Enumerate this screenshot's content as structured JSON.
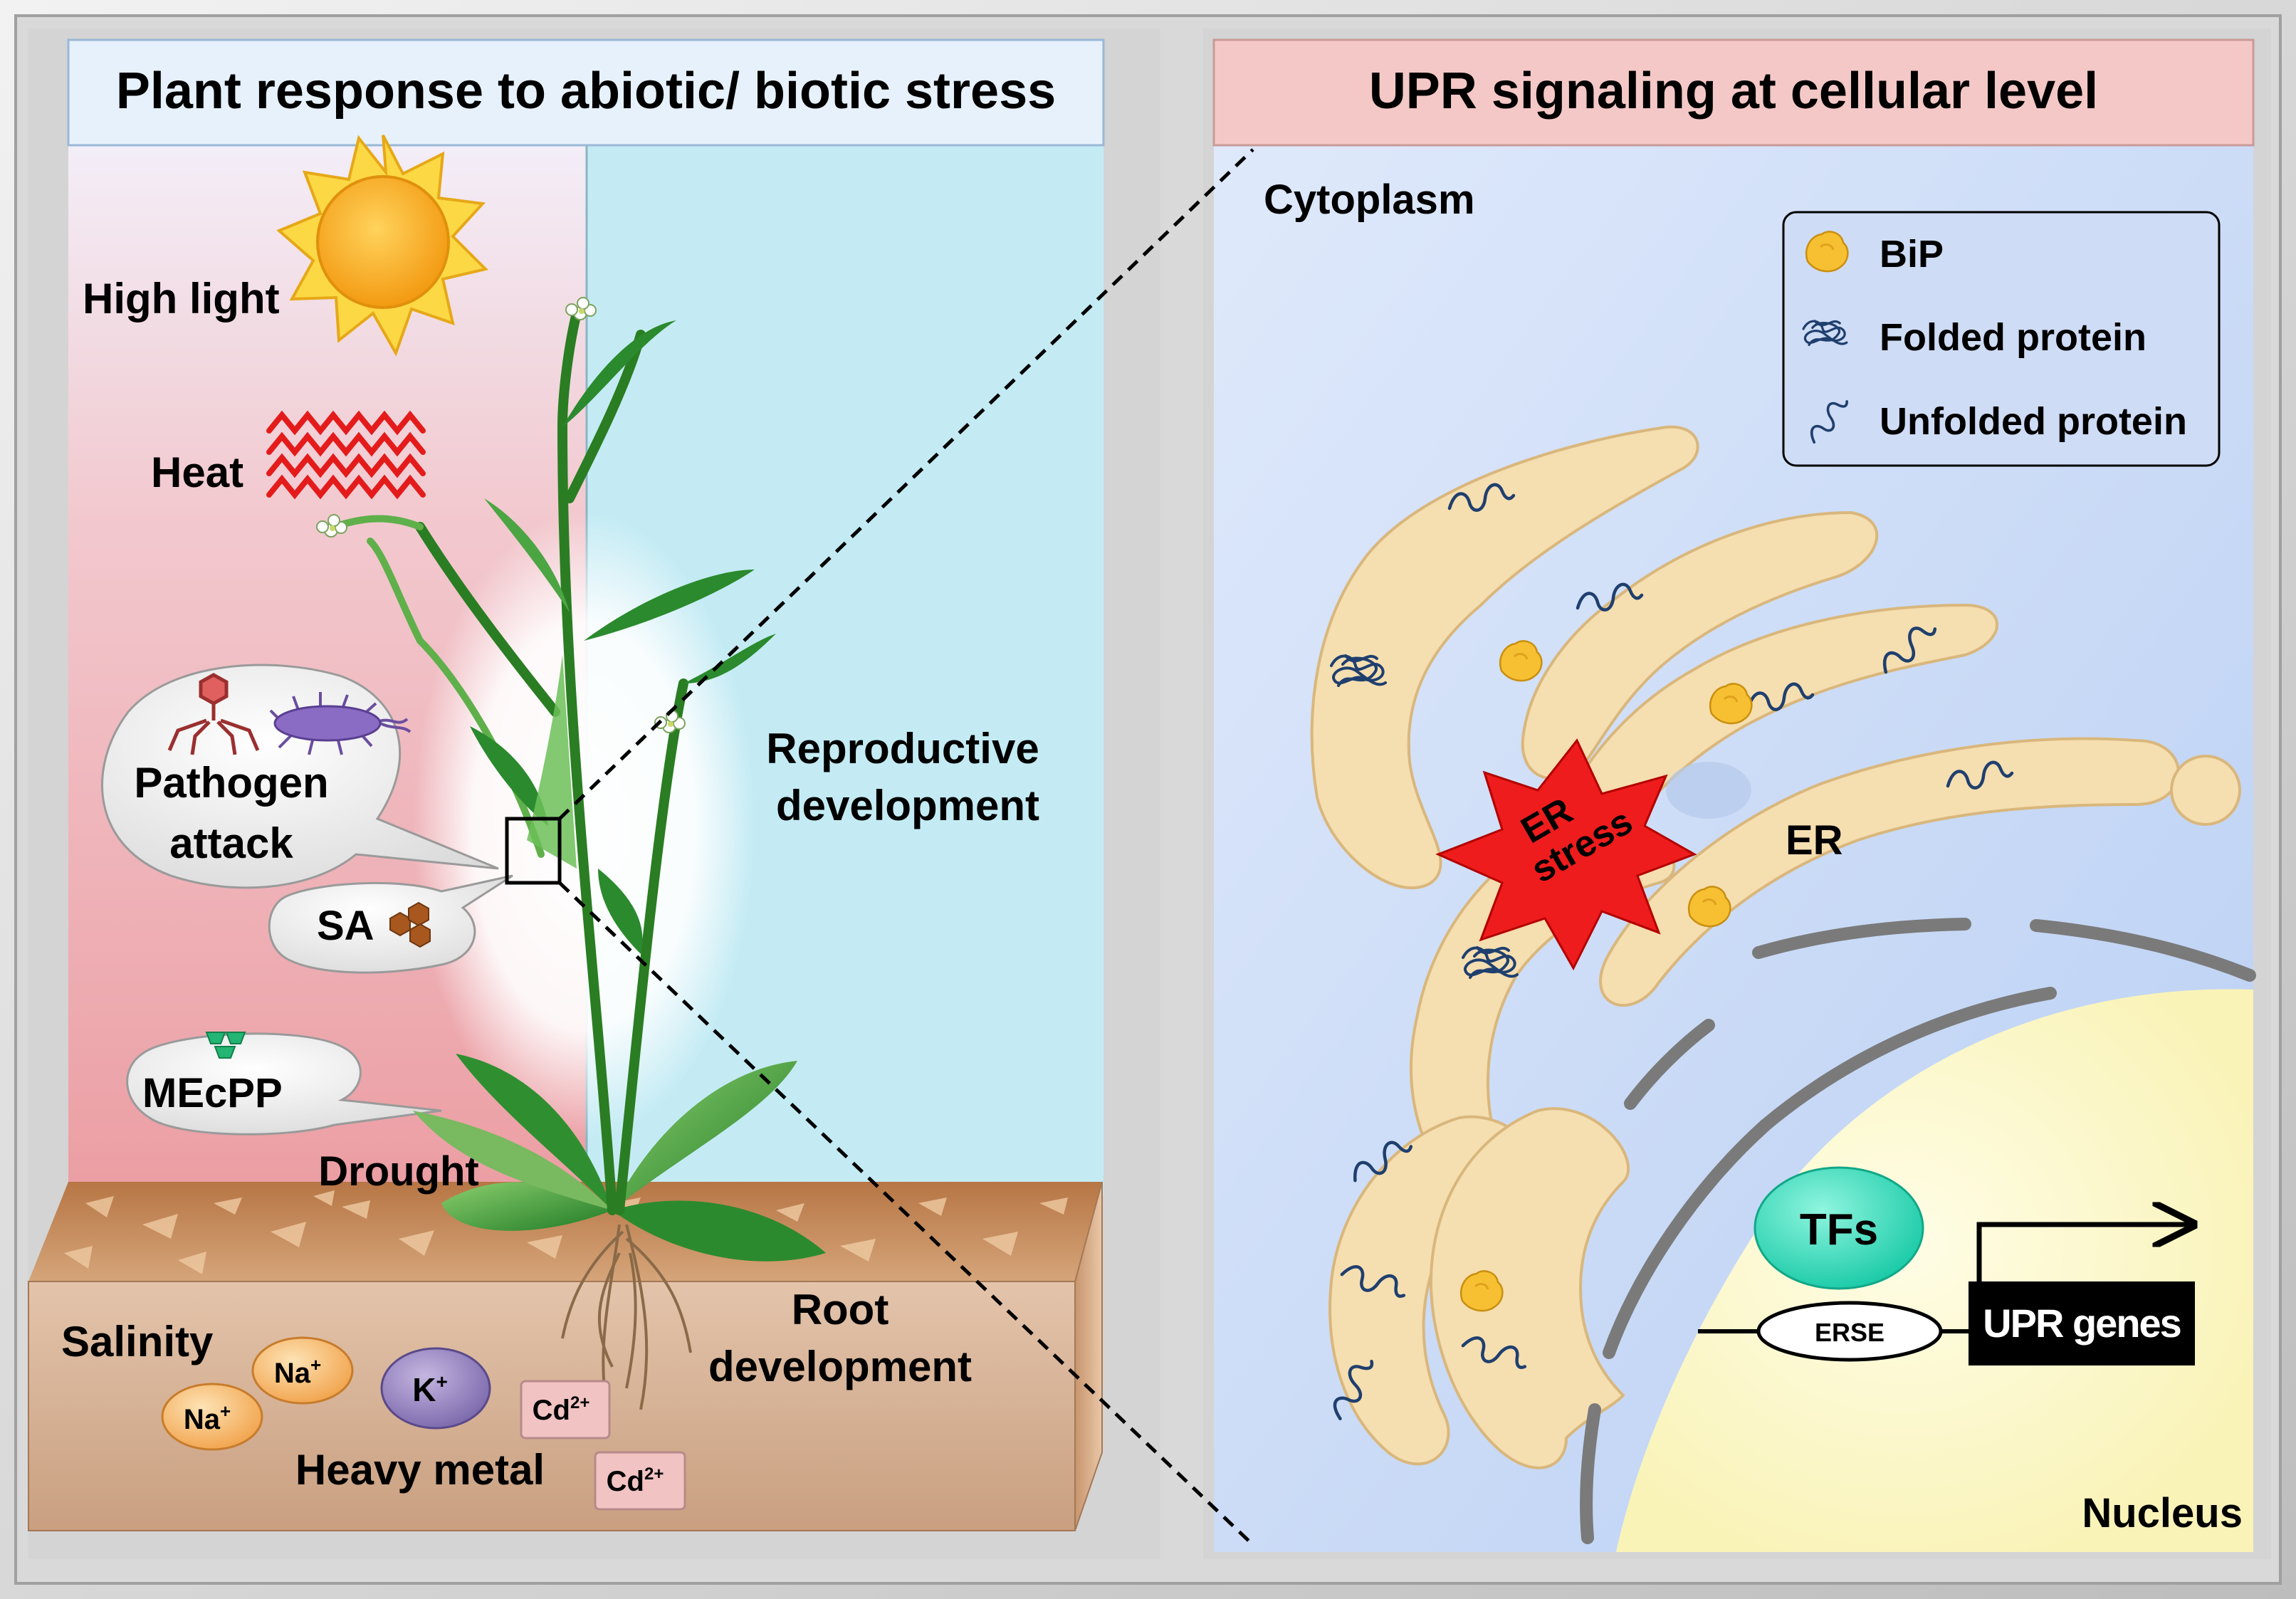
{
  "left_panel": {
    "title": "Plant response to abiotic/ biotic stress",
    "labels": {
      "high_light": "High light",
      "heat": "Heat",
      "pathogen_line1": "Pathogen",
      "pathogen_line2": "attack",
      "sa": "SA",
      "mecpp": "MEcPP",
      "drought": "Drought",
      "reproductive_line1": "Reproductive",
      "reproductive_line2": "development",
      "salinity": "Salinity",
      "root_line1": "Root",
      "root_line2": "development",
      "heavy_metal": "Heavy metal"
    },
    "ions": {
      "na": "Na",
      "na_charge": "+",
      "k": "K",
      "k_charge": "+",
      "cd": "Cd",
      "cd_charge": "2+"
    }
  },
  "right_panel": {
    "title": "UPR signaling at cellular level",
    "cytoplasm": "Cytoplasm",
    "legend": {
      "bip": "BiP",
      "folded": "Folded protein",
      "unfolded": "Unfolded protein"
    },
    "er_stress_line1": "ER",
    "er_stress_line2": "stress",
    "er": "ER",
    "tfs": "TFs",
    "erse": "ERSE",
    "upr_genes": "UPR genes",
    "nucleus": "Nucleus"
  },
  "colors": {
    "left_title_bg": "#e6f1fb",
    "right_title_bg": "#f4c8c6",
    "left_sky_pink": "#efa5a8",
    "left_sky_blue": "#c4ebf4",
    "cytoplasm_blue": "#c6d9f6",
    "er_fill": "#f5deb0",
    "nucleus_fill": "#fffbcf",
    "bip_fill": "#f7c032",
    "tfs_fill": "#2fe0c0",
    "er_stress_red": "#ee1c1c",
    "soil_brown": "#c98a5c",
    "potassium_purple": "#8674b4",
    "sodium_orange": "#f7bb6b",
    "cadmium_pink": "#f1c3c3"
  }
}
